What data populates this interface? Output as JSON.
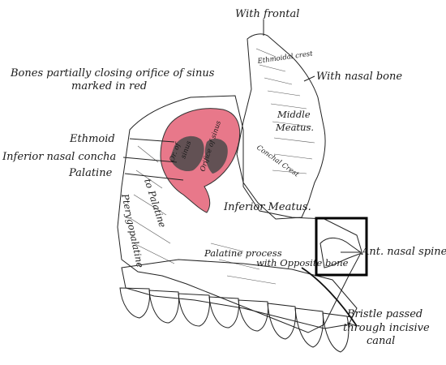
{
  "labels": {
    "with_frontal": "With frontal",
    "with_nasal_bone": "With nasal bone",
    "ethmoidal_crest": "Ethmoidal crest",
    "sinus_note_line1": "Bones partially closing orifice of sinus",
    "sinus_note_line2": "marked in red",
    "middle_meatus_1": "Middle",
    "middle_meatus_2": "Meatus.",
    "conchal_crest": "Conchal Crest",
    "ethmoid": "Ethmoid",
    "inferior_nasal_concha": "Inferior nasal concha",
    "palatine": "Palatine",
    "orifice_of_sinus_1": "Or. of",
    "orifice_of_sinus_2": "sinus",
    "orifice_small": "Orifice of sinus",
    "pterygopalatine": "Pterygopalatine",
    "to_palatine": "to Palatine",
    "inferior_meatus": "Inferior Meatus.",
    "palatine_process": "Palatine process",
    "with_opposite_bone": "with Opposite bone",
    "ant_nasal_spine": "Ant. nasal spine",
    "bristle_line1": "Bristle passed",
    "bristle_line2": "through incisive",
    "bristle_line3": "canal"
  },
  "colors": {
    "sinus_highlight": "#e8788a",
    "highlight_box": "#000000"
  }
}
